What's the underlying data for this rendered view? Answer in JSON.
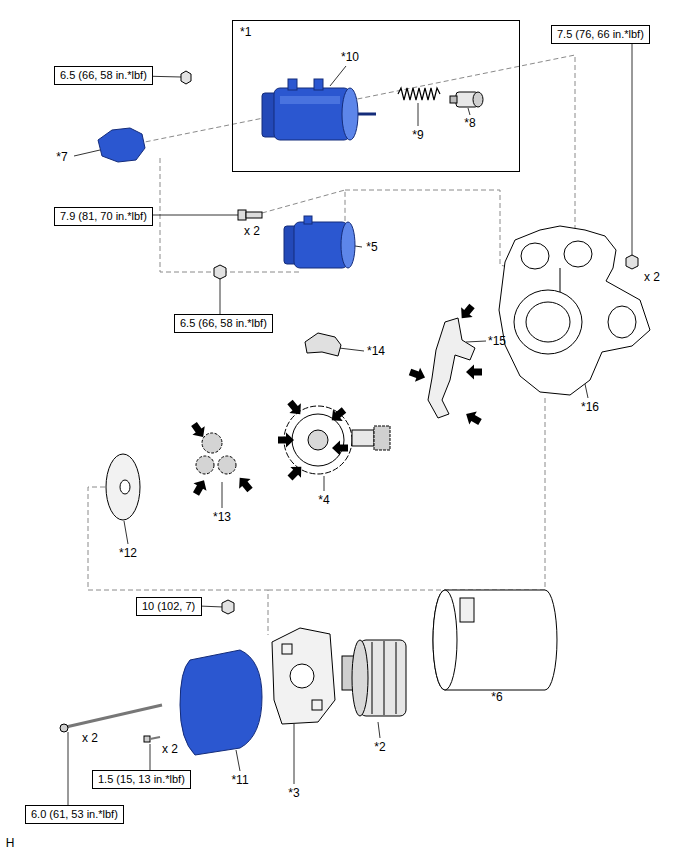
{
  "diagram": {
    "nodes": [
      {
        "text": [
          "*1"
        ]
      },
      {
        "text": [
          "7.5 (76, 66 in.*lbf)"
        ]
      },
      {
        "text": [
          "6.5 (66, 58 in.*lbf)"
        ]
      },
      {
        "text": [
          "7.9 (81, 70 in.*lbf)"
        ]
      },
      {
        "text": [
          "6.5 (66, 58 in.*lbf)"
        ]
      },
      {
        "text": [
          "10 (102, 7)"
        ]
      },
      {
        "text": [
          "1.5 (15, 13 in.*lbf)"
        ]
      },
      {
        "text": [
          "6.0 (61, 53 in.*lbf)"
        ]
      }
    ],
    "labels": [
      "*10",
      "*9",
      "*8",
      "*7",
      "x 2",
      "*5",
      "x 2",
      "*14",
      "*15",
      "*16",
      "*4",
      "*13",
      "*12",
      "*6",
      "*2",
      "x 2",
      "*3",
      "*11",
      "x 2",
      "H"
    ]
  }
}
